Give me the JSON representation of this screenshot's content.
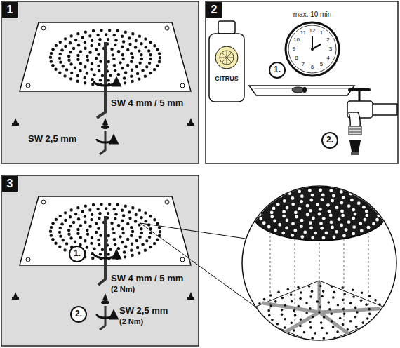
{
  "diagram": {
    "nodes": [
      {
        "text": [
          "1"
        ]
      },
      {
        "text": [
          "2"
        ]
      },
      {
        "text": [
          "1."
        ]
      },
      {
        "text": [
          "2."
        ]
      },
      {
        "text": [
          "3"
        ]
      },
      {
        "text": [
          "1."
        ]
      },
      {
        "text": [
          "2."
        ]
      }
    ],
    "labels": [
      "SW 4 mm / 5 mm",
      "SW 2,5 mm",
      "max. 10 min",
      "12",
      "1",
      "2",
      "3",
      "4",
      "5",
      "6",
      "7",
      "8",
      "9",
      "10",
      "11",
      "CITRUS",
      "SW 4 mm / 5 mm",
      "(2 Nm)",
      "SW 2,5 mm",
      "(2 Nm)"
    ]
  }
}
